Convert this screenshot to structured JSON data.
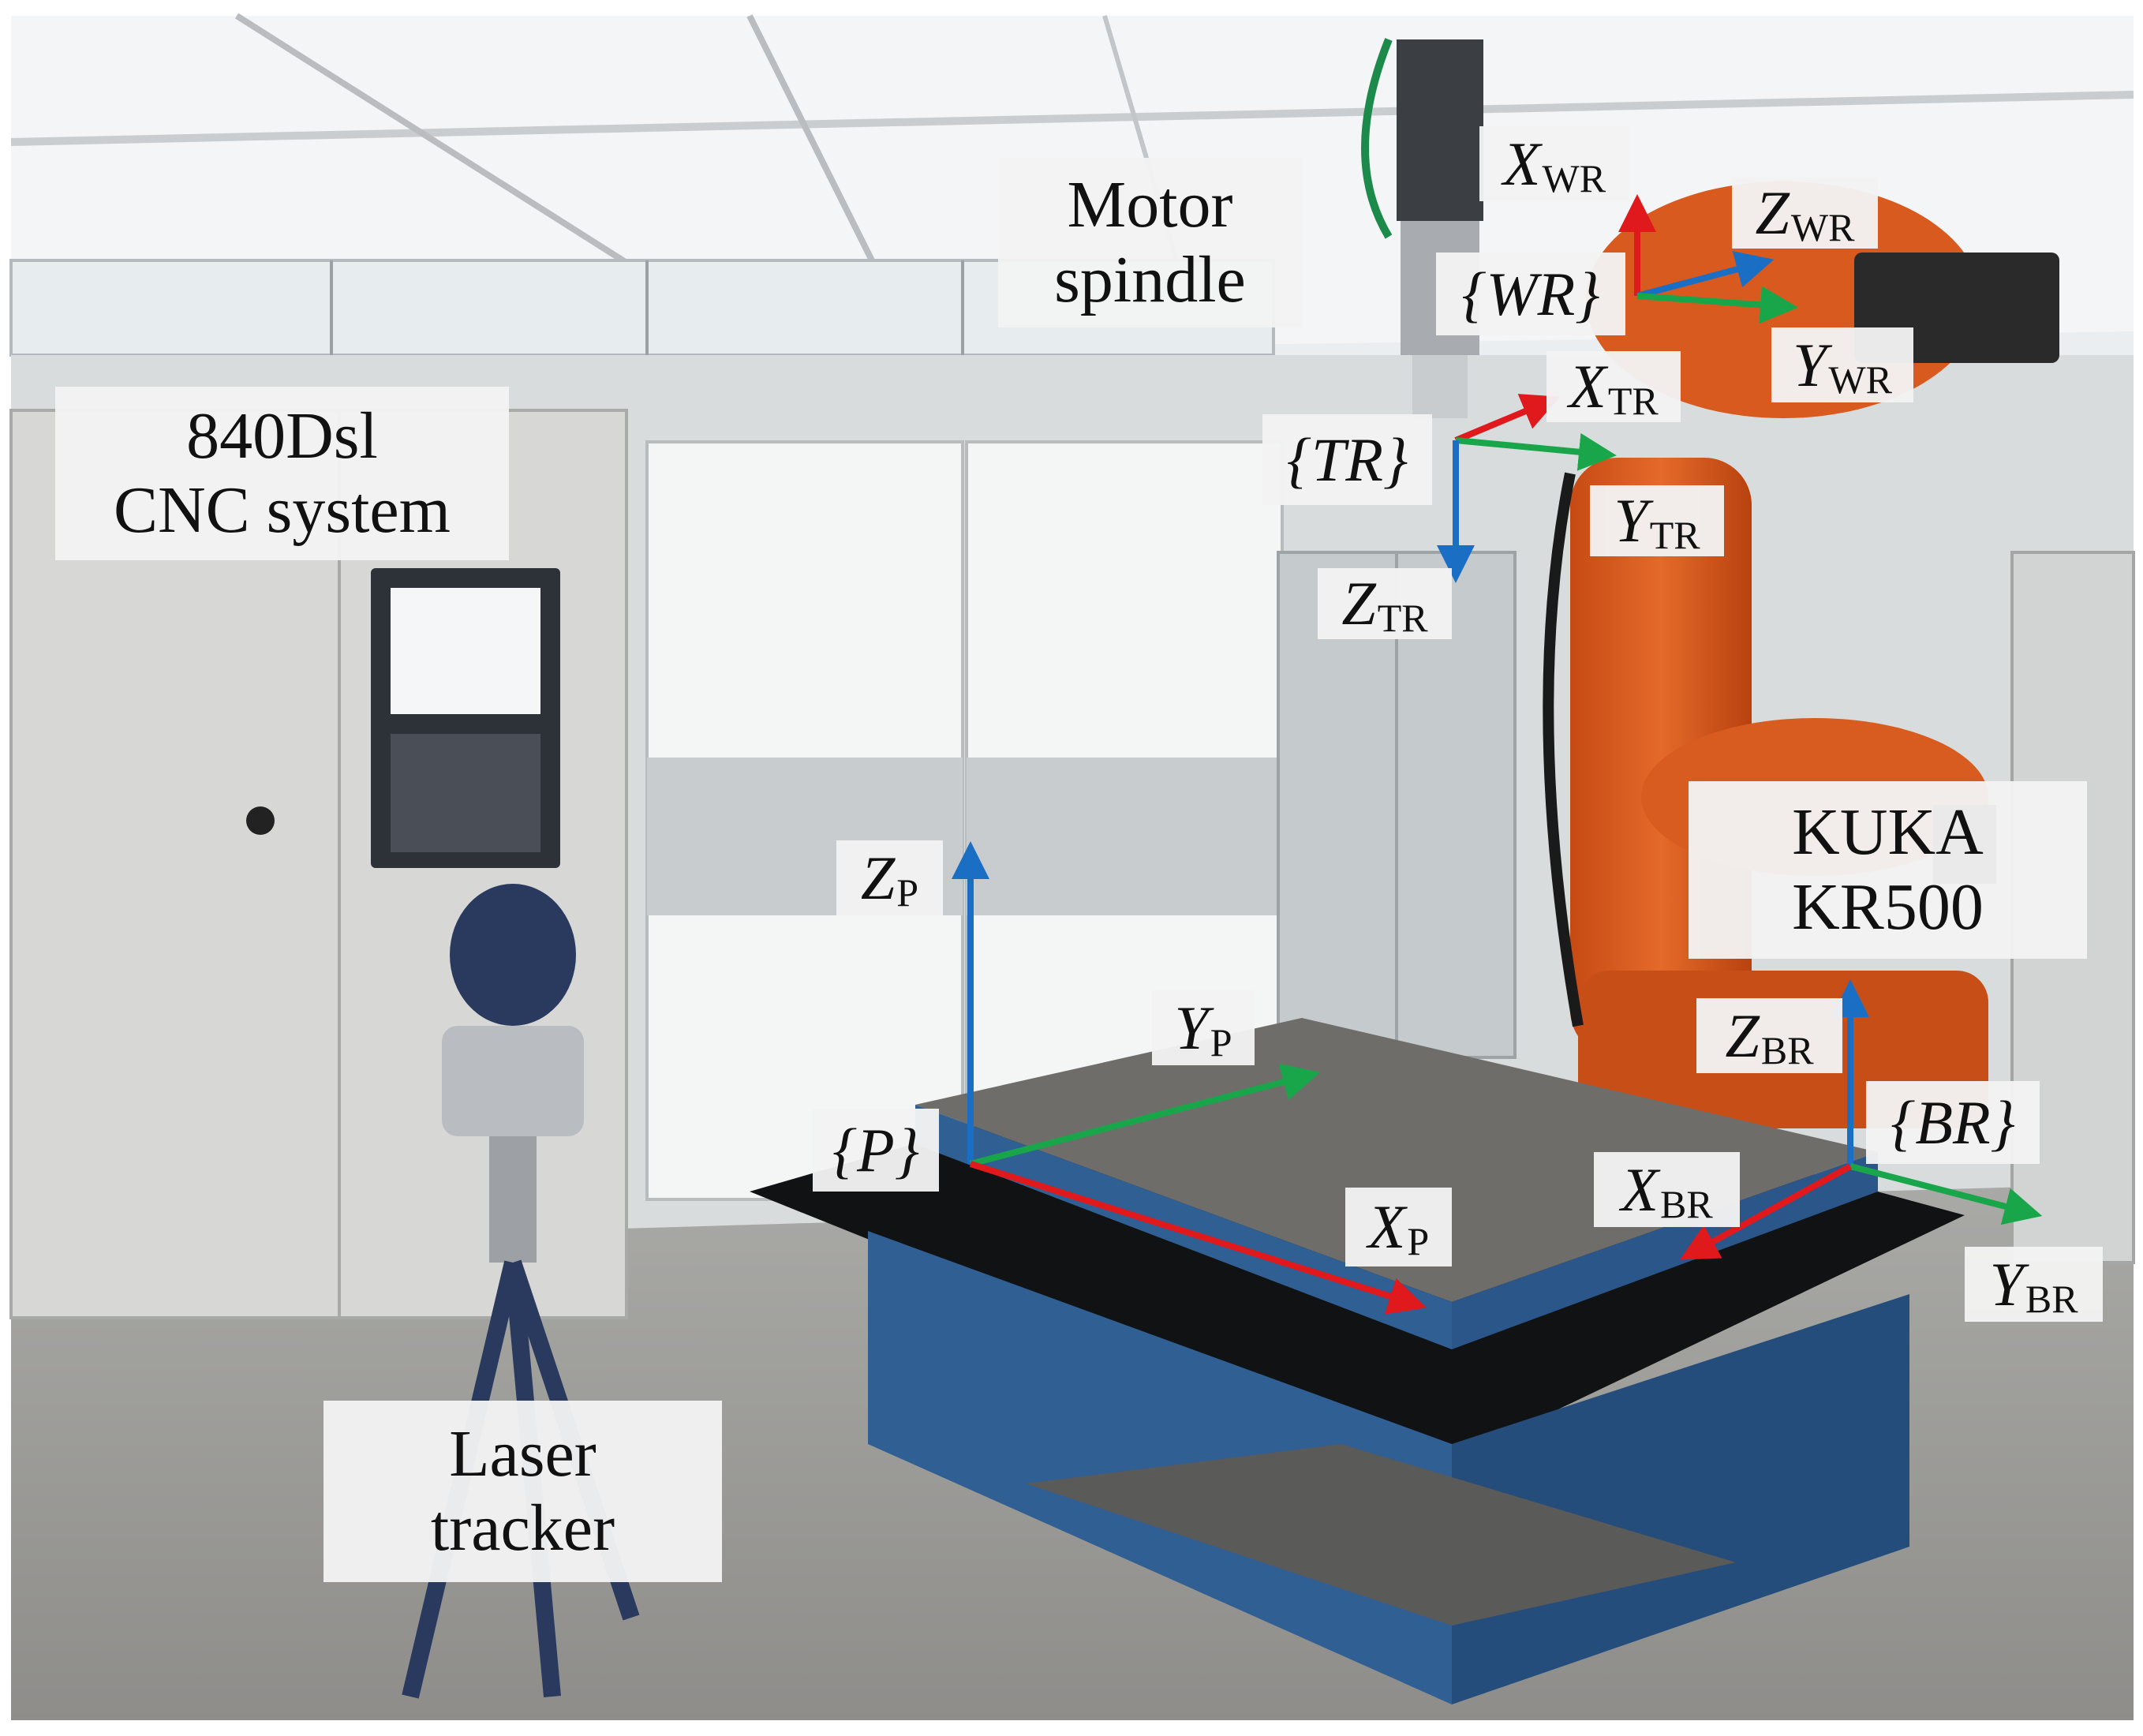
{
  "colors": {
    "x_axis": "#e0191d",
    "y_axis": "#19a64a",
    "z_axis": "#1a6fc4",
    "robot": "#d95a1e",
    "table": "#2f5f93",
    "label_bg": "#f2f2f2"
  },
  "labels": {
    "motor_spindle": [
      "Motor",
      "spindle"
    ],
    "cnc": [
      "840Dsl",
      "CNC system"
    ],
    "kuka": [
      "KUKA",
      "KR500"
    ],
    "laser": [
      "Laser",
      "tracker"
    ]
  },
  "frames": {
    "WR": {
      "name": "{WR}",
      "x": [
        "X",
        "WR"
      ],
      "y": [
        "Y",
        "WR"
      ],
      "z": [
        "Z",
        "WR"
      ]
    },
    "TR": {
      "name": "{TR}",
      "x": [
        "X",
        "TR"
      ],
      "y": [
        "Y",
        "TR"
      ],
      "z": [
        "Z",
        "TR"
      ]
    },
    "P": {
      "name": "{P}",
      "x": [
        "X",
        "P"
      ],
      "y": [
        "Y",
        "P"
      ],
      "z": [
        "Z",
        "P"
      ]
    },
    "BR": {
      "name": "{BR}",
      "x": [
        "X",
        "BR"
      ],
      "y": [
        "Y",
        "BR"
      ],
      "z": [
        "Z",
        "BR"
      ]
    }
  }
}
